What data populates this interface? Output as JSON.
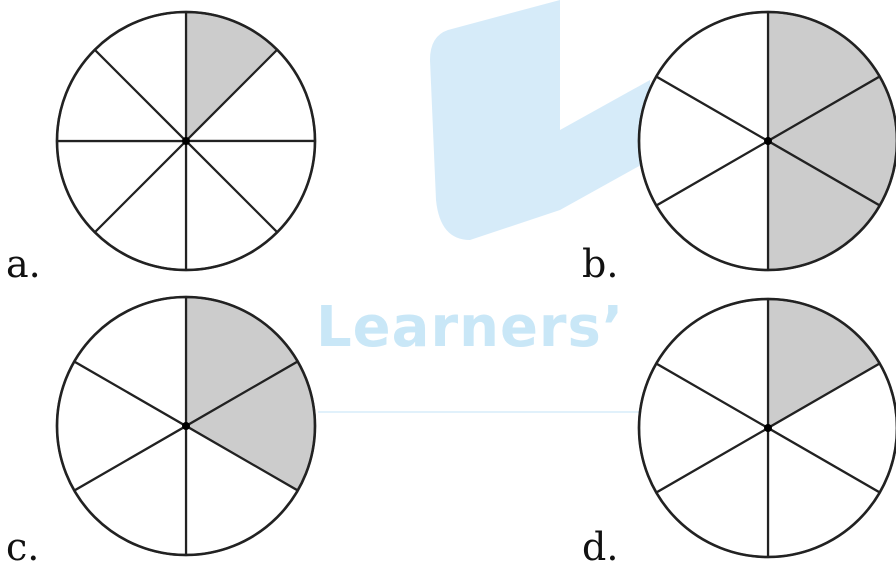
{
  "watermark": {
    "text": "Learners’",
    "color": "#c9e7f7"
  },
  "colors": {
    "shaded": "#cccccc",
    "unshaded": "#ffffff",
    "stroke": "#222222"
  },
  "figures": [
    {
      "id": "a",
      "label": "a.",
      "parts": 8,
      "shaded_parts": 1
    },
    {
      "id": "b",
      "label": "b.",
      "parts": 6,
      "shaded_parts": 3
    },
    {
      "id": "c",
      "label": "c.",
      "parts": 6,
      "shaded_parts": 2
    },
    {
      "id": "d",
      "label": "d.",
      "parts": 6,
      "shaded_parts": 1
    }
  ]
}
